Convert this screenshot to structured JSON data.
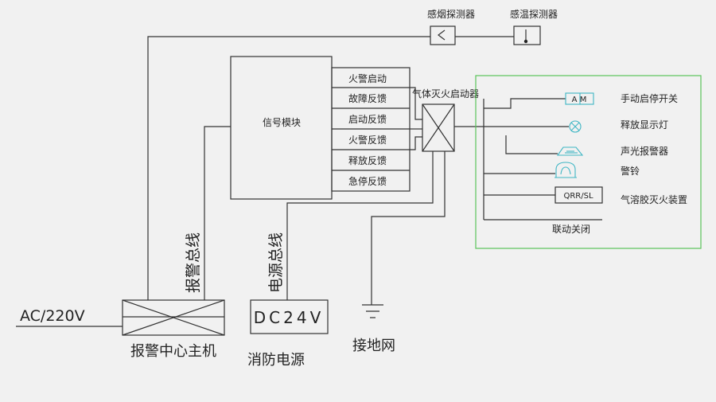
{
  "detectors": {
    "smoke": "感烟探测器",
    "heat": "感温探测器"
  },
  "signal_module": {
    "title": "信号模块",
    "signals": [
      "火警启动",
      "故障反馈",
      "启动反馈",
      "火警反馈",
      "释放反馈",
      "急停反馈"
    ]
  },
  "gas_starter": "气体灭火启动器",
  "linkage": {
    "items": [
      "手动启停开关",
      "释放显示灯",
      "声光报警器",
      "警铃",
      "气溶胶灭火装置"
    ],
    "switch_text": "A M",
    "extinguisher_code": "QRR/SL",
    "shutdown": "联动关闭"
  },
  "alarm_bus": "报警总线",
  "power_bus": "电源总线",
  "ac_input": "AC/220V",
  "main_controller": "报警中心主机",
  "power_supply": {
    "display": "DC24V",
    "label": "消防电源"
  },
  "ground": "接地网",
  "colors": {
    "line": "#333333",
    "linkage_border": "#5ac35a",
    "device_cyan": "#3fb6c4",
    "device_red": "#c0392b"
  }
}
